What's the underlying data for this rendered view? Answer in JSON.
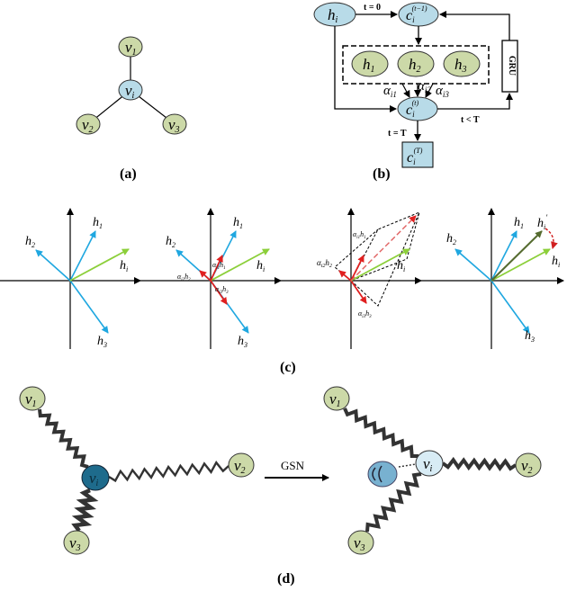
{
  "panel_a": {
    "caption": "(a)",
    "center_node": "v",
    "center_sub": "i",
    "nodes": [
      {
        "label": "v",
        "sub": "1"
      },
      {
        "label": "v",
        "sub": "2"
      },
      {
        "label": "v",
        "sub": "3"
      }
    ]
  },
  "panel_b": {
    "caption": "(b)",
    "h_i": "h",
    "h_i_sub": "i",
    "c_prev": "c",
    "c_prev_sub": "i",
    "c_prev_sup": "(t−1)",
    "c_t": "c",
    "c_t_sub": "i",
    "c_t_sup": "(t)",
    "c_T": "c",
    "c_T_sub": "i",
    "c_T_sup": "(T)",
    "gru": "GRU",
    "t0": "t = 0",
    "tT": "t = T",
    "tltT": "t < T",
    "h1": "h",
    "h1_sub": "1",
    "h2": "h",
    "h2_sub": "2",
    "h3": "h",
    "h3_sub": "3",
    "a1": "α",
    "a1_sub": "i1",
    "a2": "α",
    "a2_sub": "i2",
    "a3": "α",
    "a3_sub": "i3"
  },
  "panel_c": {
    "caption": "(c)",
    "q1": {
      "h1": "h",
      "h1_sub": "1",
      "h2": "h",
      "h2_sub": "2",
      "h3": "h",
      "h3_sub": "3",
      "hi": "h",
      "hi_sub": "i"
    },
    "q2": {
      "h1": "h",
      "h1_sub": "1",
      "h2": "h",
      "h2_sub": "2",
      "h3": "h",
      "h3_sub": "3",
      "hi": "h",
      "hi_sub": "i",
      "a1h1": "α",
      "a1h1_sub": "i1",
      "a1h1_h": "h",
      "a1h1_hsub": "1",
      "a2h2": "α",
      "a2h2_sub": "i2",
      "a2h2_h": "h",
      "a2h2_hsub": "2",
      "a3h3": "α",
      "a3h3_sub": "i3",
      "a3h3_h": "h",
      "a3h3_hsub": "3"
    },
    "q3": {
      "hi": "h",
      "hi_sub": "i",
      "a1h1": "α",
      "a1h1_sub": "i1",
      "a1h1_h": "h",
      "a1h1_hsub": "1",
      "a2h2": "α",
      "a2h2_sub": "i2",
      "a2h2_h": "h",
      "a2h2_hsub": "2",
      "a3h3": "α",
      "a3h3_sub": "i3",
      "a3h3_h": "h",
      "a3h3_hsub": "3"
    },
    "q4": {
      "h1": "h",
      "h1_sub": "1",
      "h2": "h",
      "h2_sub": "2",
      "h3": "h",
      "h3_sub": "3",
      "hi": "h",
      "hi_sub": "i",
      "hip": "h",
      "hip_sub": "i",
      "hip_sup": "'"
    }
  },
  "panel_d": {
    "caption": "(d)",
    "arrow_label": "GSN",
    "left": {
      "center": "v",
      "center_sub": "i",
      "n1": "v",
      "n1_sub": "1",
      "n2": "v",
      "n2_sub": "2",
      "n3": "v",
      "n3_sub": "3"
    },
    "right": {
      "center": "v",
      "center_sub": "i",
      "n1": "v",
      "n1_sub": "1",
      "n2": "v",
      "n2_sub": "2",
      "n3": "v",
      "n3_sub": "3"
    }
  },
  "colors": {
    "node_green": "#ccd9a8",
    "node_blue": "#b8dbe8",
    "vector_blue": "#1fa7e0",
    "vector_green": "#8ccf3a",
    "vector_red": "#e02020",
    "dark_center": "#1e6b8c"
  }
}
